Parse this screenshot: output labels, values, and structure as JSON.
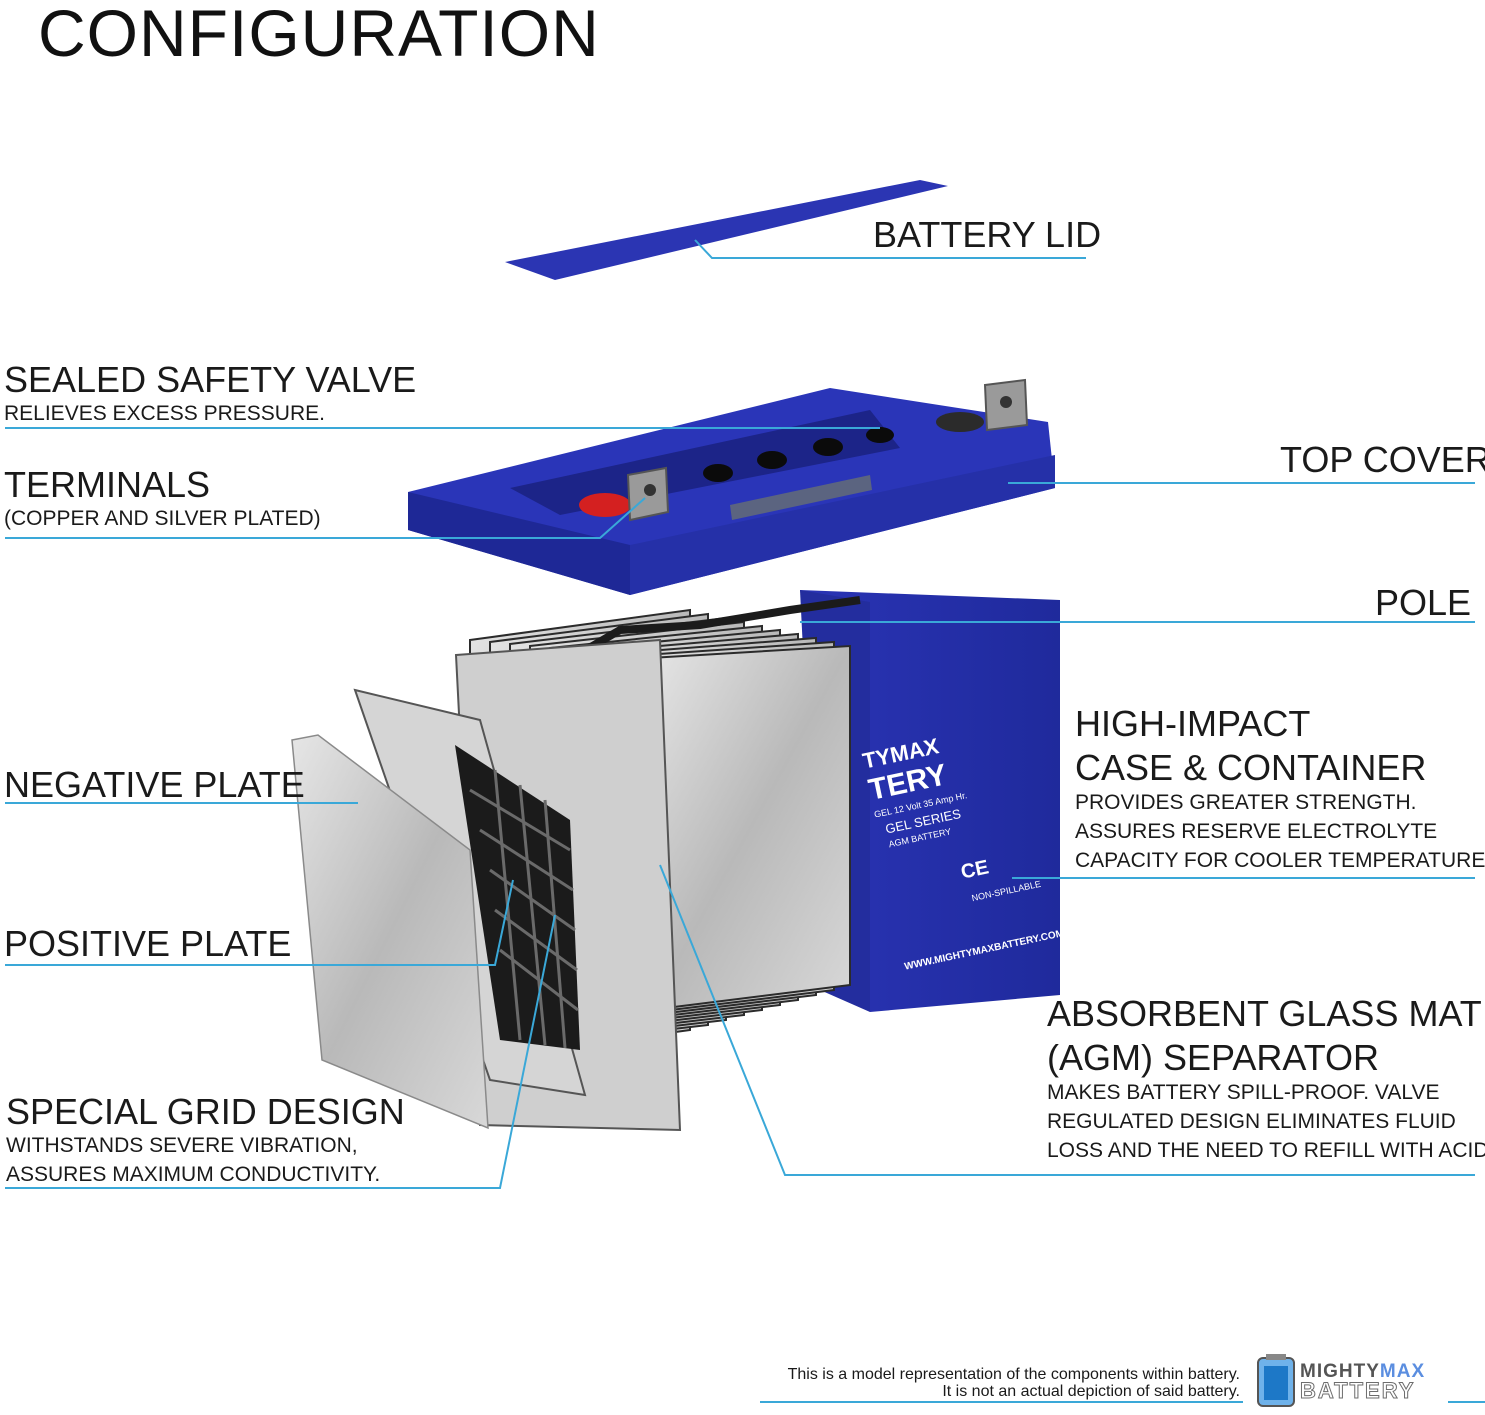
{
  "title": "CONFIGURATION",
  "labels": {
    "battery_lid": {
      "heading": "BATTERY LID"
    },
    "sealed_safety_valve": {
      "heading": "SEALED SAFETY VALVE",
      "sub": "RELIEVES EXCESS PRESSURE."
    },
    "terminals": {
      "heading": "TERMINALS",
      "sub": "(COPPER AND SILVER PLATED)"
    },
    "top_cover": {
      "heading": "TOP COVER"
    },
    "pole": {
      "heading": "POLE"
    },
    "high_impact": {
      "heading_1": "HIGH-IMPACT",
      "heading_2": "CASE & CONTAINER",
      "sub_1": "PROVIDES GREATER STRENGTH.",
      "sub_2": "ASSURES RESERVE ELECTROLYTE",
      "sub_3": "CAPACITY FOR COOLER TEMPERATURES."
    },
    "negative_plate": {
      "heading": "NEGATIVE PLATE"
    },
    "positive_plate": {
      "heading": "POSITIVE PLATE"
    },
    "agm": {
      "heading_1": "ABSORBENT GLASS MAT",
      "heading_2": "(AGM) SEPARATOR",
      "sub_1": "MAKES BATTERY SPILL-PROOF. VALVE",
      "sub_2": "REGULATED DESIGN ELIMINATES FLUID",
      "sub_3": "LOSS AND THE NEED TO REFILL WITH ACID."
    },
    "special_grid": {
      "heading": "SPECIAL GRID DESIGN",
      "sub_1": "WITHSTANDS SEVERE VIBRATION,",
      "sub_2": "ASSURES MAXIMUM CONDUCTIVITY."
    }
  },
  "case_print": {
    "brand_1": "TYMAX",
    "brand_2": "TERY",
    "line_1": "GEL 12 Volt 35 Amp Hr.",
    "line_2": "GEL SERIES",
    "line_3": "AGM BATTERY",
    "non_spillable": "NON-SPILLABLE",
    "website": "WWW.MIGHTYMAXBATTERY.COM"
  },
  "footer": {
    "note_1": "This is a model representation of the components within battery.",
    "note_2": "It is not an actual depiction of said battery.",
    "brand_top_a": "MIGHTY",
    "brand_top_b": "MAX",
    "brand_bottom": "BATTERY"
  },
  "colors": {
    "leader_line": "#3aa8d8",
    "battery_blue": "#2a35b8",
    "battery_dark": "#1c2690",
    "plate_gray": "#c9c9c9",
    "terminal_red": "#d42020"
  }
}
